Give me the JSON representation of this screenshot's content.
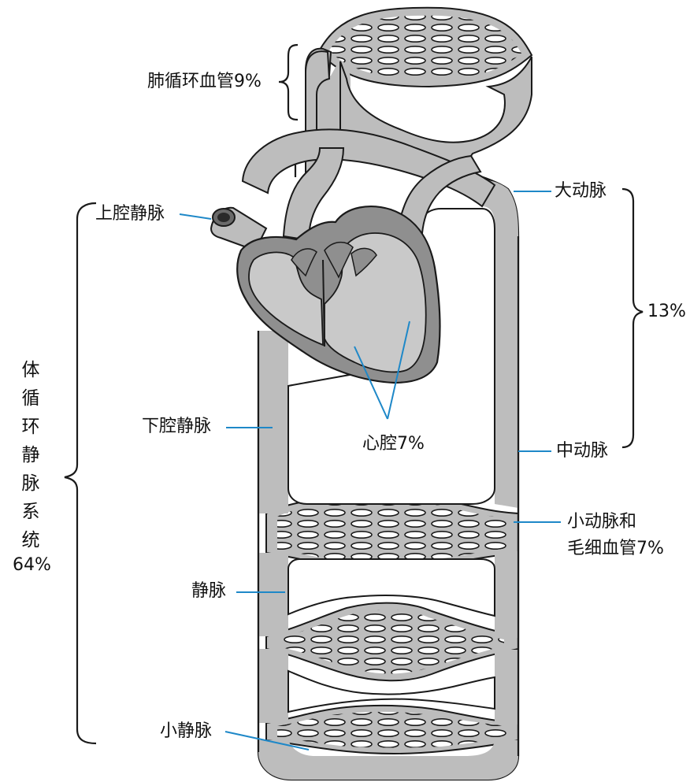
{
  "labels": {
    "pulmonary": "肺循环血管9%",
    "superior_vena_cava": "上腔静脉",
    "aorta": "大动脉",
    "large_artery_pct": "13%",
    "inferior_vena_cava": "下腔静脉",
    "heart_chamber": "心腔7%",
    "medium_artery": "中动脉",
    "arteriole_line1": "小动脉和",
    "arteriole_line2": "毛细血管7%",
    "vein": "静脉",
    "venule": "小静脉",
    "systemic_chars": [
      "体",
      "循",
      "环",
      "静",
      "脉",
      "系",
      "统"
    ],
    "systemic_pct": "64%"
  },
  "colors": {
    "vessel_fill": "#bdbdbd",
    "heart_wall": "#8f8f8f",
    "chamber": "#c9c9c9",
    "leader_line": "#1e88c8",
    "outline": "#1a1a1a"
  }
}
